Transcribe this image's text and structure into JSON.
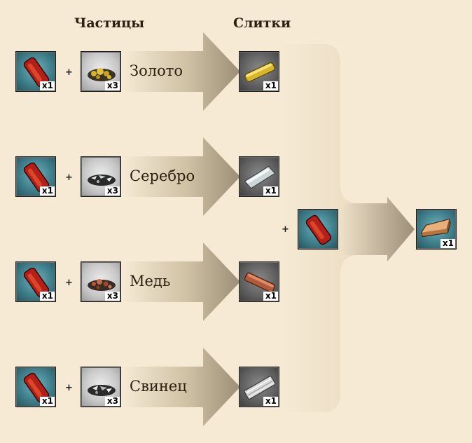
{
  "headers": {
    "particles": "Частицы",
    "ingots": "Слитки"
  },
  "plus_sign": "+",
  "rows": [
    {
      "metal": "Золото",
      "shard_qty": "x1",
      "particles_qty": "x3",
      "ingot_qty": "x1",
      "particle_icon": "gold-particles-icon",
      "ingot_icon": "gold-ingot-icon"
    },
    {
      "metal": "Серебро",
      "shard_qty": "x1",
      "particles_qty": "x3",
      "ingot_qty": "x1",
      "particle_icon": "silver-particles-icon",
      "ingot_icon": "silver-ingot-icon"
    },
    {
      "metal": "Медь",
      "shard_qty": "x1",
      "particles_qty": "x3",
      "ingot_qty": "x1",
      "particle_icon": "copper-particles-icon",
      "ingot_icon": "copper-ingot-icon"
    },
    {
      "metal": "Свинец",
      "shard_qty": "x1",
      "particles_qty": "x3",
      "ingot_qty": "x1",
      "particle_icon": "lead-particles-icon",
      "ingot_icon": "lead-ingot-icon"
    }
  ],
  "merge": {
    "result_qty": "x1",
    "catalyst_icon": "red-crystal-icon",
    "result_icon": "bronze-ingot-icon"
  },
  "colors": {
    "background": "#f6ead5",
    "arrow_dark": "#a0927a",
    "arrow_light": "#f6ead5",
    "crystal": "#b3201a",
    "gold": "#d8b62a",
    "silver": "#cfd6d8",
    "copper": "#b05a3a",
    "lead": "#e8e8e8",
    "bronze": "#d89a5e"
  }
}
